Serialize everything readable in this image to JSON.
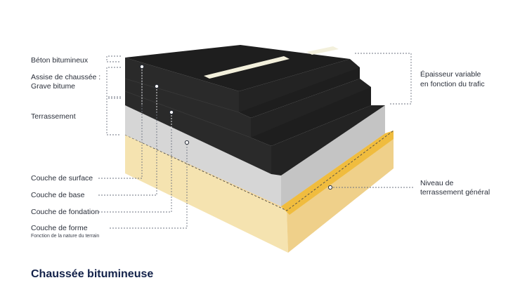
{
  "diagram": {
    "title": "Chaussée bitumineuse",
    "left_groups": {
      "beton": "Béton bitumineux",
      "assise_line1": "Assise de chaussée :",
      "assise_line2": "Grave bitume",
      "terrassement": "Terrassement"
    },
    "bottom_layers": {
      "surface": "Couche de surface",
      "base": "Couche de base",
      "fondation": "Couche de fondation",
      "forme": "Couche de forme",
      "forme_note": "Fonction de la nature du terrain"
    },
    "right_labels": {
      "epaisseur_line1": "Épaisseur variable",
      "epaisseur_line2": "en fonction du trafic",
      "niveau_line1": "Niveau de",
      "niveau_line2": "terrassement général"
    },
    "colors": {
      "asphalt_top": "#1e1e1e",
      "asphalt_front": "#2a2a2a",
      "asphalt_right": "#232323",
      "gravel_top": "#e6e6e6",
      "gravel_front": "#d6d6d6",
      "gravel_right": "#c4c4c4",
      "soil_top": "#f7d896",
      "soil_front": "#f5e3b0",
      "soil_right": "#efd08a",
      "ground_level": "#f0bc3e",
      "marking": "#f3f0dc",
      "title": "#13224a"
    }
  }
}
